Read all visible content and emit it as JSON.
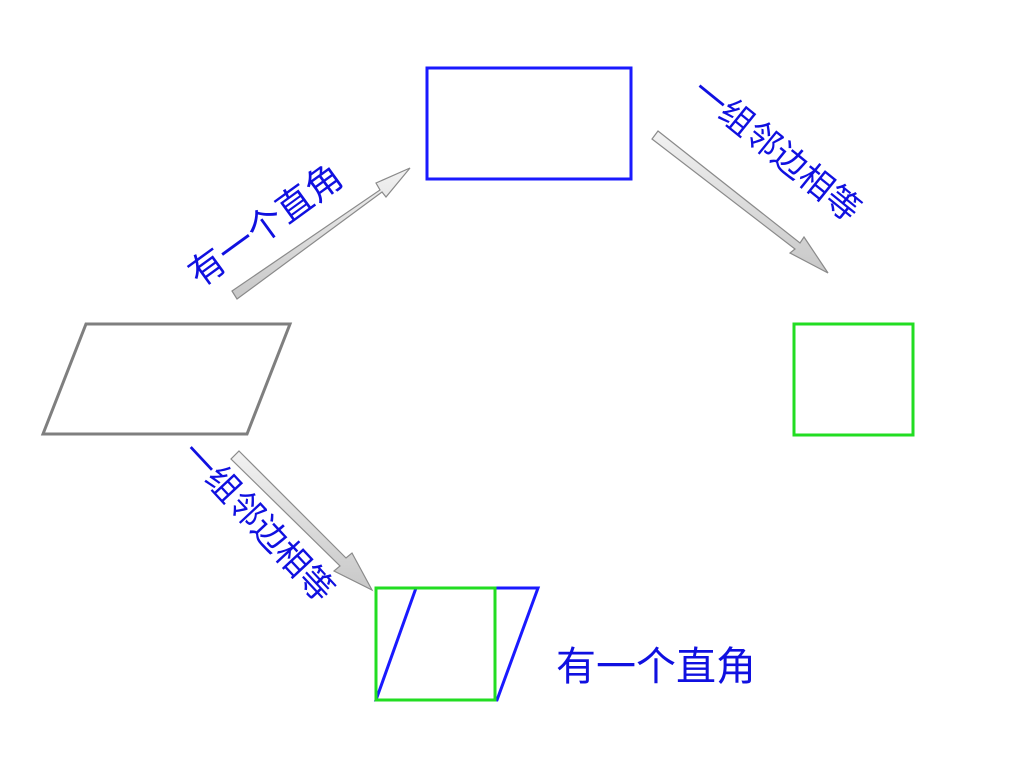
{
  "labels": {
    "top_left_arrow": "有一个直角",
    "top_right_arrow": "一组邻边相等",
    "bottom_left_arrow": "一组邻边相等",
    "bottom_right": "有一个直角"
  },
  "colors": {
    "parallelogram": "#7f7f7f",
    "rectangle": "#1a1aff",
    "square": "#22dd22",
    "arrow_fill": "#d8d8d8",
    "arrow_stroke": "#8a8a8a",
    "label": "#1010e0"
  },
  "shapes": {
    "start": "parallelogram",
    "via_right_angle": "rectangle",
    "via_equal_adjacent_sides": "rhombus",
    "end": "square"
  }
}
